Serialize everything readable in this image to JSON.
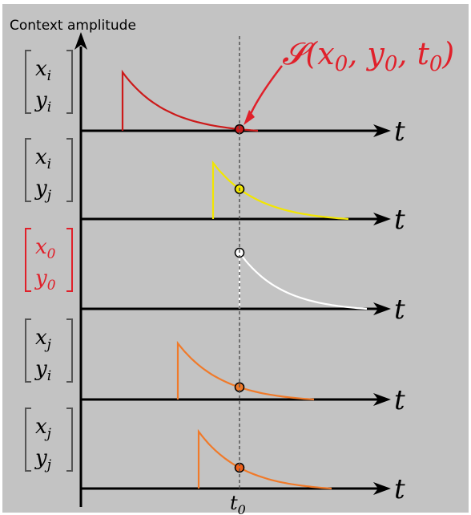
{
  "y_axis_label": "Context amplitude",
  "annotation": {
    "prefix": "𝓢",
    "args": "(x",
    "sub0": "0",
    "mid1": ", y",
    "sub1": "0",
    "mid2": ", t",
    "sub2": "0",
    "suffix": ")",
    "color": "#e0202a"
  },
  "time_axis_symbol": "t",
  "reference_time": {
    "symbol": "t",
    "subscript": "0"
  },
  "background_color": "#c3c3c3",
  "panels": [
    {
      "row_top": {
        "base": "x",
        "sub": "i"
      },
      "row_bottom": {
        "base": "y",
        "sub": "i"
      },
      "matrix_color": "#000000",
      "curve_color": "#cc1a1a",
      "marker_fill": "#cc1a1a",
      "decay_onset_fraction": 0.0,
      "amplitude_at_t0": 0.05
    },
    {
      "row_top": {
        "base": "x",
        "sub": "i"
      },
      "row_bottom": {
        "base": "y",
        "sub": "j"
      },
      "matrix_color": "#000000",
      "curve_color": "#f2e600",
      "marker_fill": "#f2e600",
      "decay_onset_fraction": 0.0,
      "amplitude_at_t0": 0.63
    },
    {
      "row_top": {
        "base": "x",
        "sub": "0"
      },
      "row_bottom": {
        "base": "y",
        "sub": "0"
      },
      "matrix_color": "#e0202a",
      "curve_color": "#ffffff",
      "marker_fill": "#ffffff",
      "decay_onset_fraction": 0.0,
      "amplitude_at_t0": 1.0
    },
    {
      "row_top": {
        "base": "x",
        "sub": "j"
      },
      "row_bottom": {
        "base": "y",
        "sub": "i"
      },
      "matrix_color": "#000000",
      "curve_color": "#f07a2a",
      "marker_fill": "#f07a2a",
      "decay_onset_fraction": 0.0,
      "amplitude_at_t0": 0.3
    },
    {
      "row_top": {
        "base": "x",
        "sub": "j"
      },
      "row_bottom": {
        "base": "y",
        "sub": "j"
      },
      "matrix_color": "#000000",
      "curve_color": "#f07a2a",
      "marker_fill": "#f0601a",
      "decay_onset_fraction": 0.0,
      "amplitude_at_t0": 0.42
    }
  ]
}
